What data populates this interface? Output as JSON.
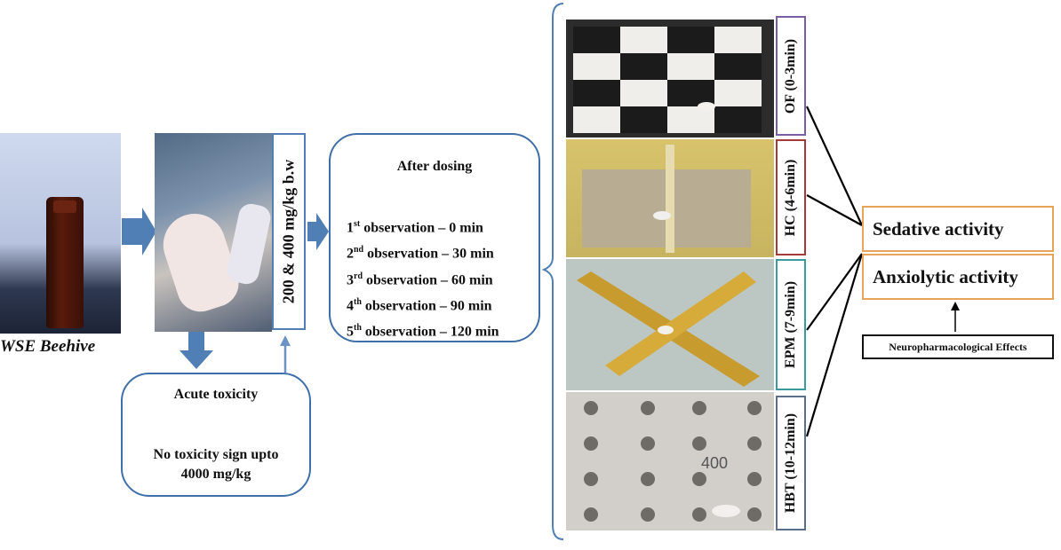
{
  "source": {
    "caption": "WSE Beehive"
  },
  "dose": {
    "label": "200 & 400 mg/kg b.w"
  },
  "observation": {
    "heading": "After dosing",
    "items": [
      {
        "ordinal": "1",
        "suffix": "st",
        "text": " observation – 0 min"
      },
      {
        "ordinal": "2",
        "suffix": "nd",
        "text": " observation – 30 min"
      },
      {
        "ordinal": "3",
        "suffix": "rd",
        "text": " observation – 60 min"
      },
      {
        "ordinal": "4",
        "suffix": "th",
        "text": " observation – 90 min"
      },
      {
        "ordinal": "5",
        "suffix": "th",
        "text": " observation – 120 min"
      }
    ]
  },
  "toxicity": {
    "heading": "Acute toxicity",
    "result_line1": "No toxicity sign upto",
    "result_line2": "4000 mg/kg"
  },
  "tests": [
    {
      "label": "OF (0-3min)",
      "color": "#7a5fa3"
    },
    {
      "label": "HC (4-6min)",
      "color": "#a43a3a"
    },
    {
      "label": "EPM (7-9min)",
      "color": "#3a9aa0"
    },
    {
      "label": "HBT (10-12min)",
      "color": "#5b6f8a"
    }
  ],
  "photos": {
    "hbt_marking": "400"
  },
  "effects": {
    "sedative": "Sedative activity",
    "anxiolytic": "Anxiolytic activity",
    "neuro": "Neuropharmacological Effects"
  },
  "colors": {
    "arrow_fill": "#4f7fb5",
    "box_border": "#3f6fa8",
    "effect_border": "#e7a45a"
  }
}
